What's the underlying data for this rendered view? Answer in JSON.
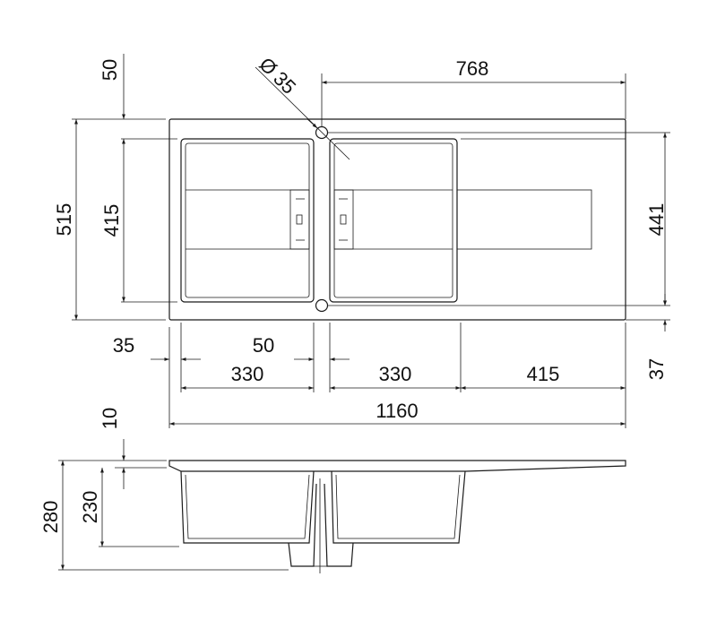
{
  "dimensions": {
    "top_overhang": "50",
    "hole_diameter": "35",
    "hole_diameter_symbol": "Ø",
    "drainer_width": "768",
    "overall_depth": "515",
    "bowl_depth": "415",
    "drainer_depth": "441",
    "left_margin": "35",
    "bowl_gap": "50",
    "bowl_1_width": "330",
    "bowl_2_width": "330",
    "drainer_length": "415",
    "bottom_margin": "37",
    "overall_width": "1160",
    "rim_thickness": "10",
    "overall_height": "280",
    "bowl_height": "230"
  }
}
